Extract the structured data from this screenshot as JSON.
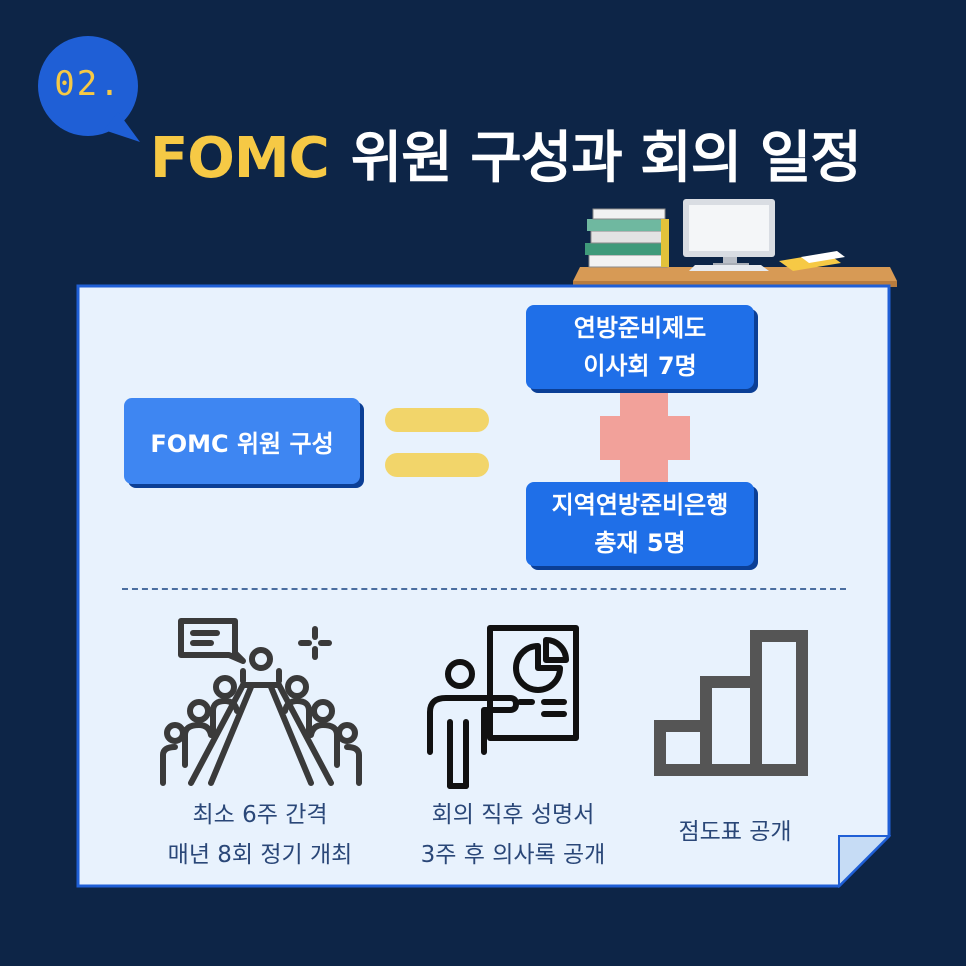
{
  "header": {
    "badge": "02.",
    "title_accent": "FOMC",
    "title_main": "위원 구성과 회의 일정"
  },
  "composition": {
    "main_label": "FOMC 위원 구성",
    "board": {
      "line1": "연방준비제도",
      "line2": "이사회 7명"
    },
    "regional": {
      "line1": "지역연방준비은행",
      "line2": "총재 5명"
    }
  },
  "features": [
    {
      "line1": "최소 6주 간격",
      "line2": "매년 8회 정기 개최",
      "icon": "meeting-icon"
    },
    {
      "line1": "회의 직후 성명서",
      "line2": "3주 후 의사록 공개",
      "icon": "presentation-icon"
    },
    {
      "line1": "점도표 공개",
      "icon": "bar-chart-icon"
    }
  ],
  "colors": {
    "background": "#0d2547",
    "accent_yellow": "#f6c945",
    "box_blue": "#1f6fe8",
    "card_bg": "#e8f2fd",
    "plus_pink": "#f2a19a",
    "equals_yellow": "#f2d56a",
    "caption_text": "#2a4778",
    "icon_gray": "#3a3a3a"
  }
}
